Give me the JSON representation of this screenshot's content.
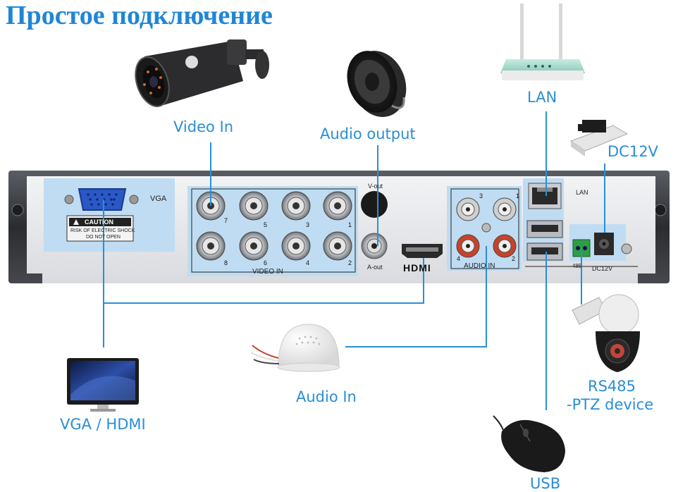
{
  "title": "Простое подключение",
  "devices": {
    "camera": "Video In",
    "speaker": "Audio output",
    "router": "LAN",
    "power": "DC12V",
    "ptz": "RS485\n-PTZ device",
    "ptz_line1": "RS485",
    "ptz_line2": "-PTZ device",
    "mic": "Audio In",
    "monitor": "VGA / HDMI",
    "mouse": "USB"
  },
  "panel": {
    "vga": "VGA",
    "caution": "CAUTION",
    "warning1": "RISK OF ELECTRIC SHOCK",
    "warning2": "DO NOT OPEN",
    "video_in": "VIDEO IN",
    "bnc_numbers": [
      "7",
      "5",
      "3",
      "1",
      "8",
      "6",
      "4",
      "2"
    ],
    "v_out": "V-out",
    "a_out": "A-out",
    "hdmi": "HDMI",
    "audio_in": "AUDIO IN",
    "audio_numbers": [
      "3",
      "1",
      "4",
      "2"
    ],
    "lan": "LAN",
    "rs485": "485",
    "dc12v": "DC12V"
  },
  "colors": {
    "accent": "#2a8ed6",
    "title": "#1f86d6",
    "panel_highlight": "#bfdcf2",
    "chassis": "#2f3136"
  }
}
